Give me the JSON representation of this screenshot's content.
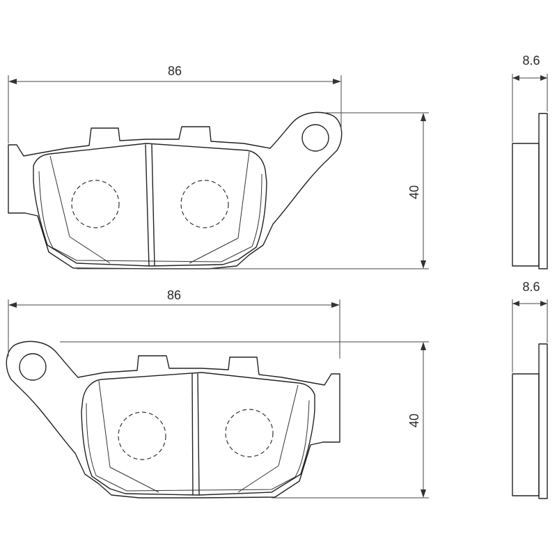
{
  "dimensions": {
    "top_pad": {
      "width": "86",
      "height": "40",
      "thickness": "8.6"
    },
    "bottom_pad": {
      "width": "86",
      "height": "40",
      "thickness": "8.6"
    }
  }
}
